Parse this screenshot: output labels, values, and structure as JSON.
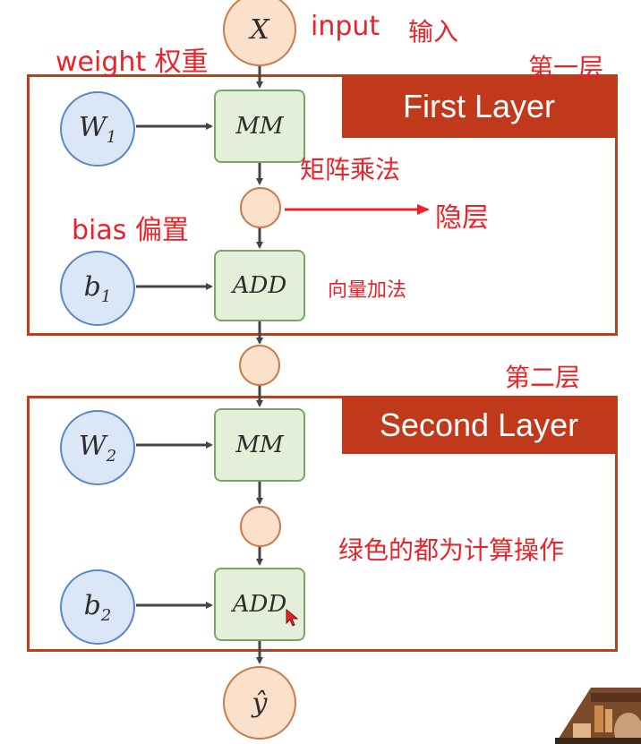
{
  "nodes": {
    "input": "X",
    "w1": "W",
    "w1_sub": "1",
    "b1": "b",
    "b1_sub": "1",
    "w2": "W",
    "w2_sub": "2",
    "b2": "b",
    "b2_sub": "2",
    "output": "ŷ",
    "mm1": "MM",
    "add1": "ADD",
    "mm2": "MM",
    "add2": "ADD"
  },
  "layers": {
    "first": "First Layer",
    "second": "Second Layer"
  },
  "annotations": {
    "input_label": "input",
    "input_cn": "输入",
    "weight": "weight 权重",
    "layer1_cn": "第一层",
    "matmul_cn": "矩阵乘法",
    "hidden_cn": "隐层",
    "bias": "bias 偏置",
    "vector_add_cn": "向量加法",
    "layer2_cn": "第二层",
    "green_ops_cn": "绿色的都为计算操作"
  },
  "colors": {
    "layer_border": "#b8401f",
    "banner": "#c0391b",
    "annotation": "#e8242a",
    "param_fill": "#dbe7f6",
    "hidden_fill": "#fbe0cc",
    "op_fill": "#e3efd9"
  }
}
